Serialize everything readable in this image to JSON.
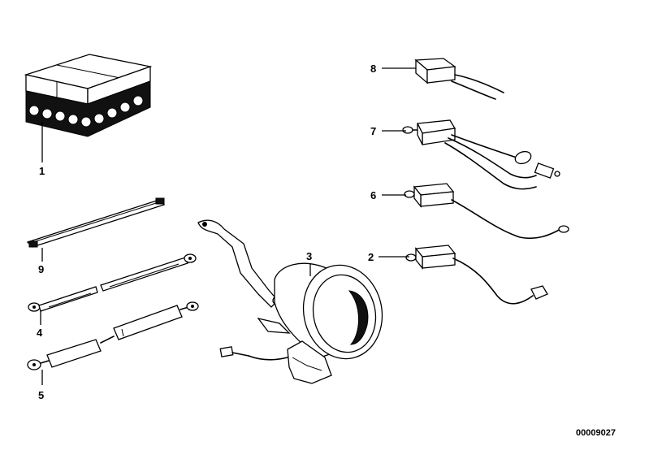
{
  "labels": {
    "p1": "1",
    "p2": "2",
    "p3": "3",
    "p4": "4",
    "p5": "5",
    "p6": "6",
    "p7": "7",
    "p8": "8",
    "p9": "9"
  },
  "diagram_code": "00009027"
}
